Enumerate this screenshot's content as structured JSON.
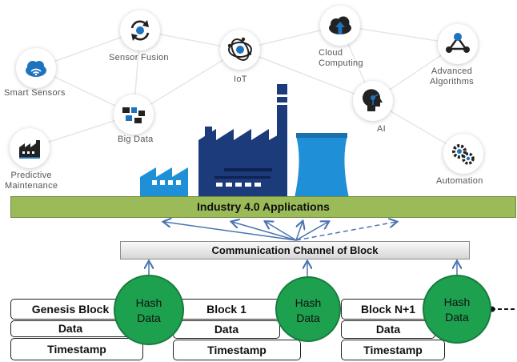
{
  "nodes": {
    "smart_sensors": "Smart Sensors",
    "sensor_fusion": "Sensor Fusion",
    "iot": "IoT",
    "cloud_computing_1": "Cloud",
    "cloud_computing_2": "Computing",
    "advanced_algorithms_1": "Advanced",
    "advanced_algorithms_2": "Algorithms",
    "big_data": "Big Data",
    "ai": "AI",
    "predictive_maintenance_1": "Predictive",
    "predictive_maintenance_2": "Maintenance",
    "automation": "Automation"
  },
  "applications_bar": "Industry 4.0 Applications",
  "channel_bar": "Communication Channel of Block",
  "blocks": [
    {
      "title": "Genesis Block",
      "data": "Data",
      "timestamp": "Timestamp"
    },
    {
      "title": "Block 1",
      "data": "Data",
      "timestamp": "Timestamp"
    },
    {
      "title": "Block N+1",
      "data": "Data",
      "timestamp": "Timestamp"
    }
  ],
  "hash_circles": [
    {
      "line1": "Hash",
      "line2": "Data"
    },
    {
      "line1": "Hash",
      "line2": "Data"
    },
    {
      "line1": "Hash",
      "line2": "Data"
    }
  ],
  "colors": {
    "applications_bar": "#9bbb59",
    "hash_circle": "#1ea14f",
    "arrows": "#4a74b0",
    "factory_dark": "#1b3b7a",
    "factory_light": "#1f8fd8"
  }
}
